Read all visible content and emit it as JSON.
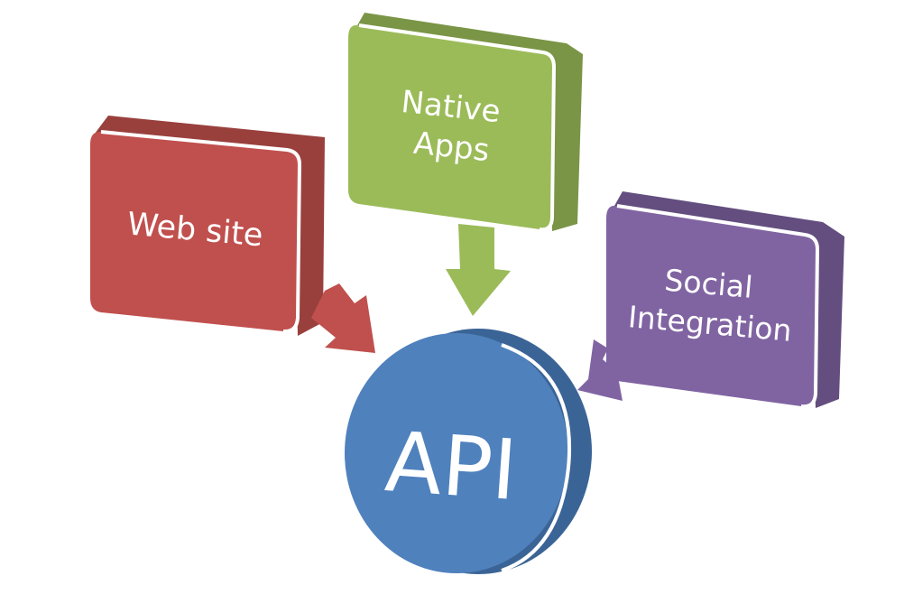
{
  "diagram": {
    "center": {
      "label": "API",
      "color": "#4f81bd",
      "shadow_color": "#3b6496"
    },
    "nodes": [
      {
        "id": "website",
        "lines": [
          "Web site"
        ],
        "color": "#c0504d",
        "shadow_color": "#99403d"
      },
      {
        "id": "native-apps",
        "lines": [
          "Native",
          "Apps"
        ],
        "color": "#9bbb59",
        "shadow_color": "#7a9546"
      },
      {
        "id": "social-integration",
        "lines": [
          "Social",
          "Integration"
        ],
        "color": "#8064a2",
        "shadow_color": "#634e7f"
      }
    ]
  }
}
